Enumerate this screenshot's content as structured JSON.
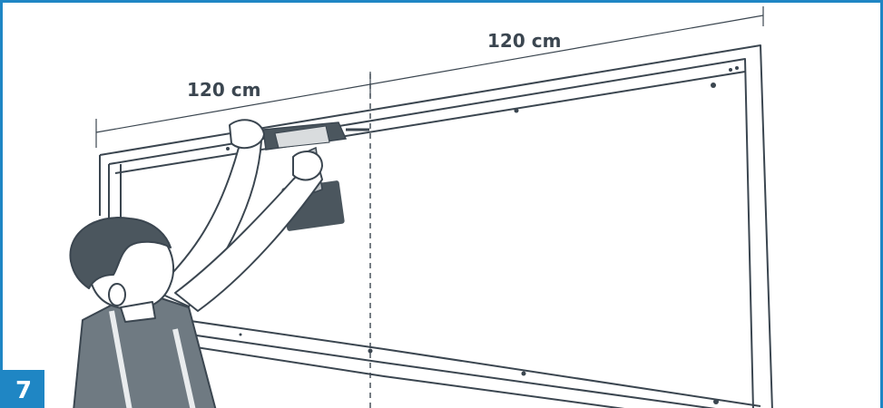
{
  "step": {
    "number": "7"
  },
  "dimensions": {
    "left_label": "120 cm",
    "right_label": "120 cm"
  },
  "colors": {
    "accent": "#1f86c4",
    "ink": "#3b4650",
    "fill": "#5b6770"
  }
}
